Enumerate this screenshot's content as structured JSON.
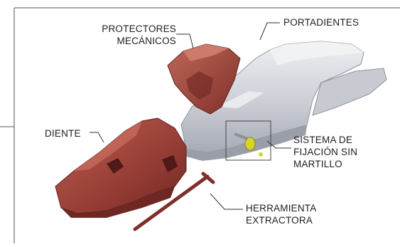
{
  "labels": {
    "protectores": [
      "PROTECTORES",
      "MECÁNICOS"
    ],
    "portadientes": "PORTADIENTES",
    "diente": "DIENTE",
    "sistema": [
      "SISTEMA DE",
      "FIJACIÓN SIN",
      "MARTILLO"
    ],
    "herramienta": [
      "HERRAMIENTA",
      "EXTRACTORA"
    ]
  },
  "colors": {
    "tooth": "#9a3f37",
    "tooth_dark": "#6e2723",
    "tooth_light": "#b95a4e",
    "adapter": "#c9ccd3",
    "adapter_light": "#e6e8ec",
    "adapter_dark": "#9a9ea8",
    "pin": "#d8d52a",
    "leader": "#333333"
  }
}
